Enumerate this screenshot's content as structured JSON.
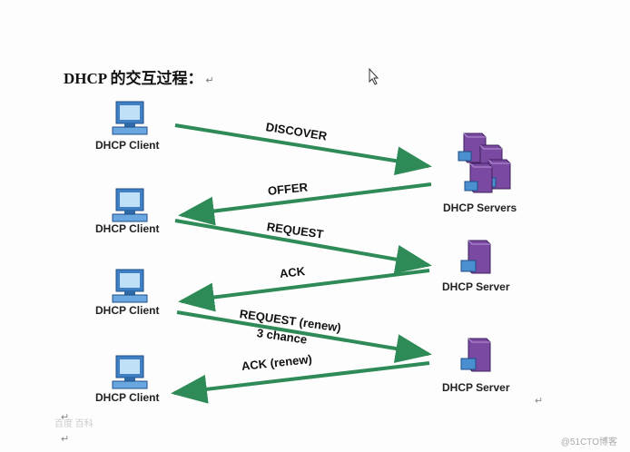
{
  "title": "DHCP 的交互过程：",
  "return_mark": "↵",
  "clients": {
    "c1": "DHCP Client",
    "c2": "DHCP Client",
    "c3": "DHCP Client",
    "c4": "DHCP Client"
  },
  "servers": {
    "s1": "DHCP Servers",
    "s2": "DHCP Server",
    "s3": "DHCP Server"
  },
  "messages": {
    "discover": "DISCOVER",
    "offer": "OFFER",
    "request": "REQUEST",
    "ack": "ACK",
    "request_renew": "REQUEST (renew)",
    "request_renew_sub": "3 chance",
    "ack_renew": "ACK (renew)"
  },
  "colors": {
    "arrow": "#2e8b57",
    "computer_body": "#4a8fd0",
    "server": "#6b3c8f"
  },
  "watermark": "@51CTO博客",
  "watermark_left": "百度 百科"
}
